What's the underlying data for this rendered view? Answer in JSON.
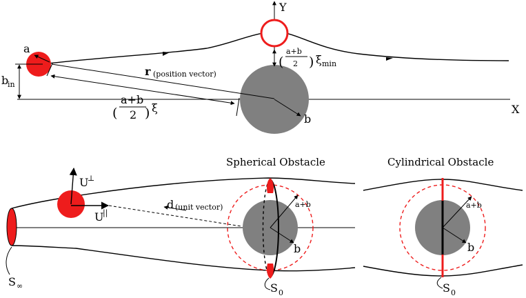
{
  "diagram": {
    "top": {
      "axis_x": "X",
      "axis_y": "Y",
      "particle_radius": "a",
      "obstacle_radius": "b",
      "impact_param": "b",
      "impact_param_sub": "in",
      "pos_vec": "r",
      "pos_vec_note": "(position vector)",
      "frac_num": "a+b",
      "frac_den": "2",
      "xi": "ξ",
      "xi_min": "ξ",
      "xi_min_sub": "min"
    },
    "bottom": {
      "title_spherical": "Spherical Obstacle",
      "title_cylindrical": "Cylindrical Obstacle",
      "u_perp": "U",
      "u_perp_sup": "⊥",
      "u_par": "U",
      "u_par_sup": "||",
      "d_vec": "d",
      "d_note": "(unit vector)",
      "a_plus_b": "a+b",
      "b_label": "b",
      "s_inf": "S",
      "s_inf_sub": "∞",
      "s_zero": "S",
      "s_zero_sub": "0",
      "a_plus_b_cyl": "a+b",
      "b_label_cyl": "b",
      "s_zero_cyl": "S",
      "s_zero_cyl_sub": "0"
    },
    "colors": {
      "particle": "#ee1c1c",
      "obstacle": "#808080",
      "stroke": "#000000"
    }
  }
}
